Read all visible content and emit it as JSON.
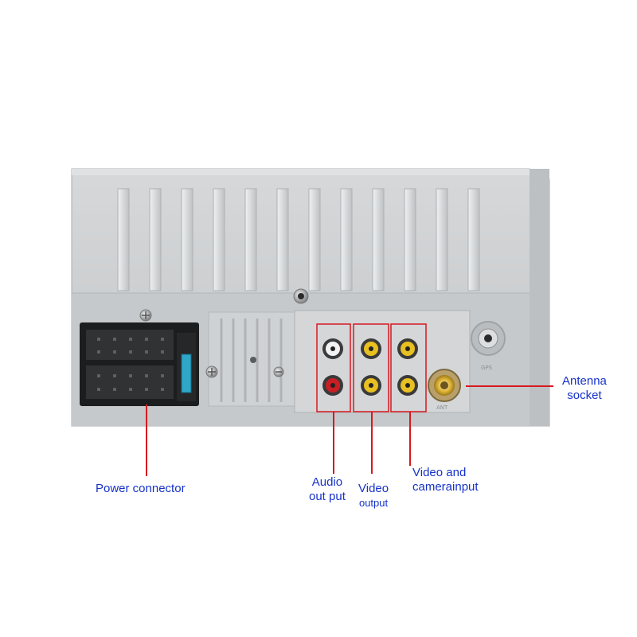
{
  "labels": {
    "power_connector": "Power connector",
    "audio_output": [
      "Audio",
      "out put"
    ],
    "video_output": [
      "Video",
      "output"
    ],
    "video_camera_input": [
      "Video and",
      "camerainput"
    ],
    "antenna_socket": [
      "Antenna",
      "socket"
    ]
  },
  "panel_print": {
    "gps": "GPS",
    "ant": "ANT"
  },
  "colors": {
    "label_text": "#1632c8",
    "leader_line": "#d71920",
    "chassis": "#c9ccce",
    "rca_red": "#c81e24",
    "rca_white": "#f2f2f2",
    "rca_yellow": "#e8c020"
  }
}
